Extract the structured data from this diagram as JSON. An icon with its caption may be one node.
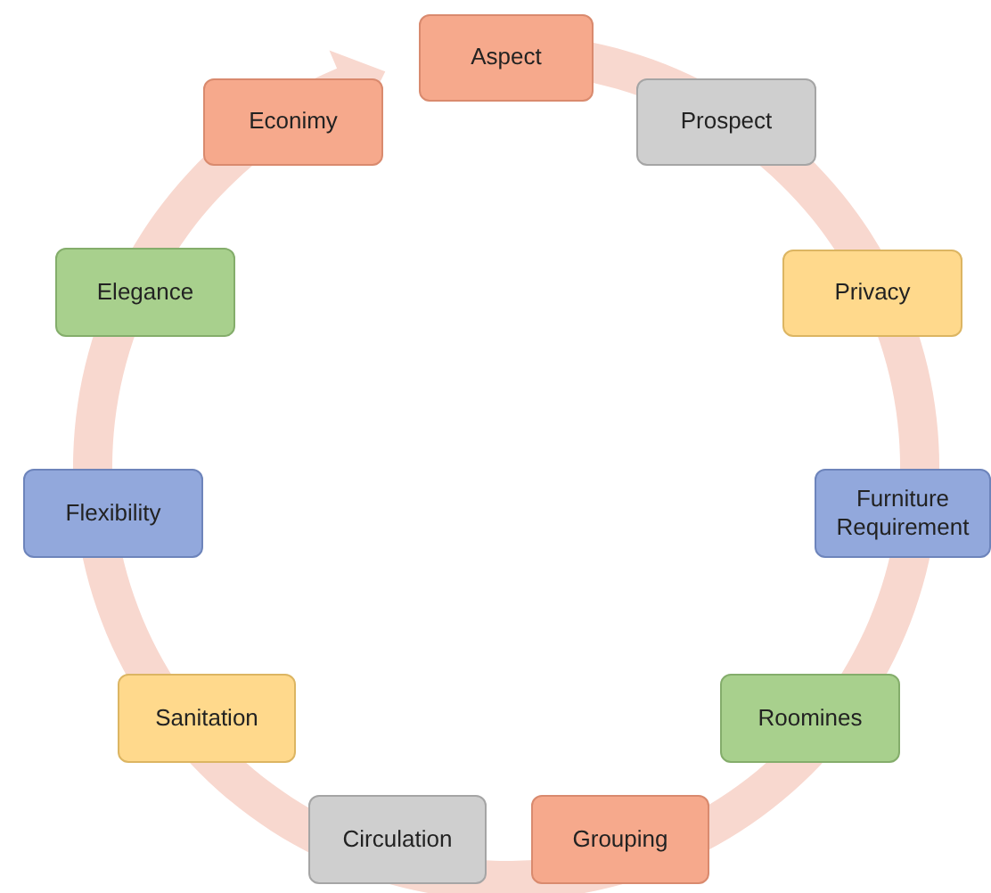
{
  "diagram": {
    "nodes": [
      {
        "text": [
          "Aspect"
        ]
      },
      {
        "text": [
          "Prospect"
        ]
      },
      {
        "text": [
          "Privacy"
        ]
      },
      {
        "text": [
          "Furniture Requirement"
        ]
      },
      {
        "text": [
          "Roomines"
        ]
      },
      {
        "text": [
          "Grouping"
        ]
      },
      {
        "text": [
          "Circulation"
        ]
      },
      {
        "text": [
          "Sanitation"
        ]
      },
      {
        "text": [
          "Flexibility"
        ]
      },
      {
        "text": [
          "Elegance"
        ]
      },
      {
        "text": [
          "Econimy"
        ]
      }
    ]
  }
}
